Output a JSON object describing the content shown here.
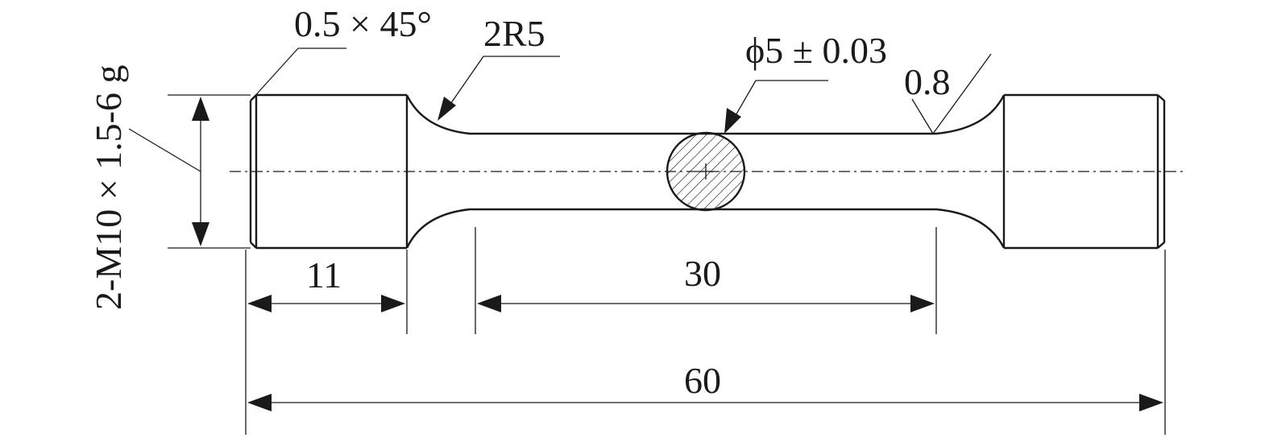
{
  "diagram": {
    "labels": {
      "thread_spec": "2-M10 × 1.5-6 g",
      "chamfer": "0.5 × 45°",
      "radius": "2R5",
      "diameter": "ϕ5 ± 0.03",
      "roughness": "0.8",
      "grip_length": "11",
      "gauge_length": "30",
      "total_length": "60"
    }
  }
}
